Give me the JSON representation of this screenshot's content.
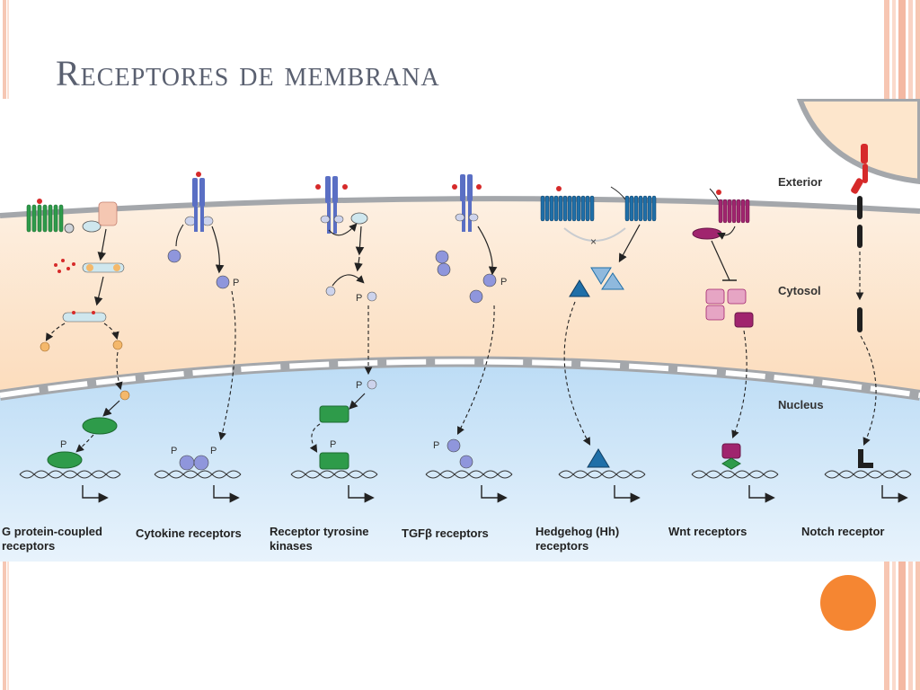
{
  "slide": {
    "title": "Receptores de membrana"
  },
  "diagram": {
    "regions": {
      "exterior": "Exterior",
      "cytosol": "Cytosol",
      "nucleus": "Nucleus"
    },
    "pathways": [
      {
        "line1": "G protein-coupled",
        "line2": "receptors"
      },
      {
        "line1": "Cytokine receptors",
        "line2": ""
      },
      {
        "line1": "Receptor tyrosine",
        "line2": "kinases"
      },
      {
        "line1": "TGFβ receptors",
        "line2": ""
      },
      {
        "line1": "Hedgehog (Hh)",
        "line2": "receptors"
      },
      {
        "line1": "Wnt receptors",
        "line2": ""
      },
      {
        "line1": "Notch receptor",
        "line2": ""
      }
    ],
    "phospho_label": "P",
    "block_label": "×"
  },
  "colors": {
    "cytosol": "#fde8d4",
    "nucleus": "#cfe6f8",
    "membrane": "#a4a7ab",
    "gpcr": "#2e9b4a",
    "cytokine": "#5a6fc4",
    "hedgehog": "#1f6fa8",
    "wnt": "#a0246e",
    "notch": "#d62a2a",
    "accent": "#f58632"
  }
}
